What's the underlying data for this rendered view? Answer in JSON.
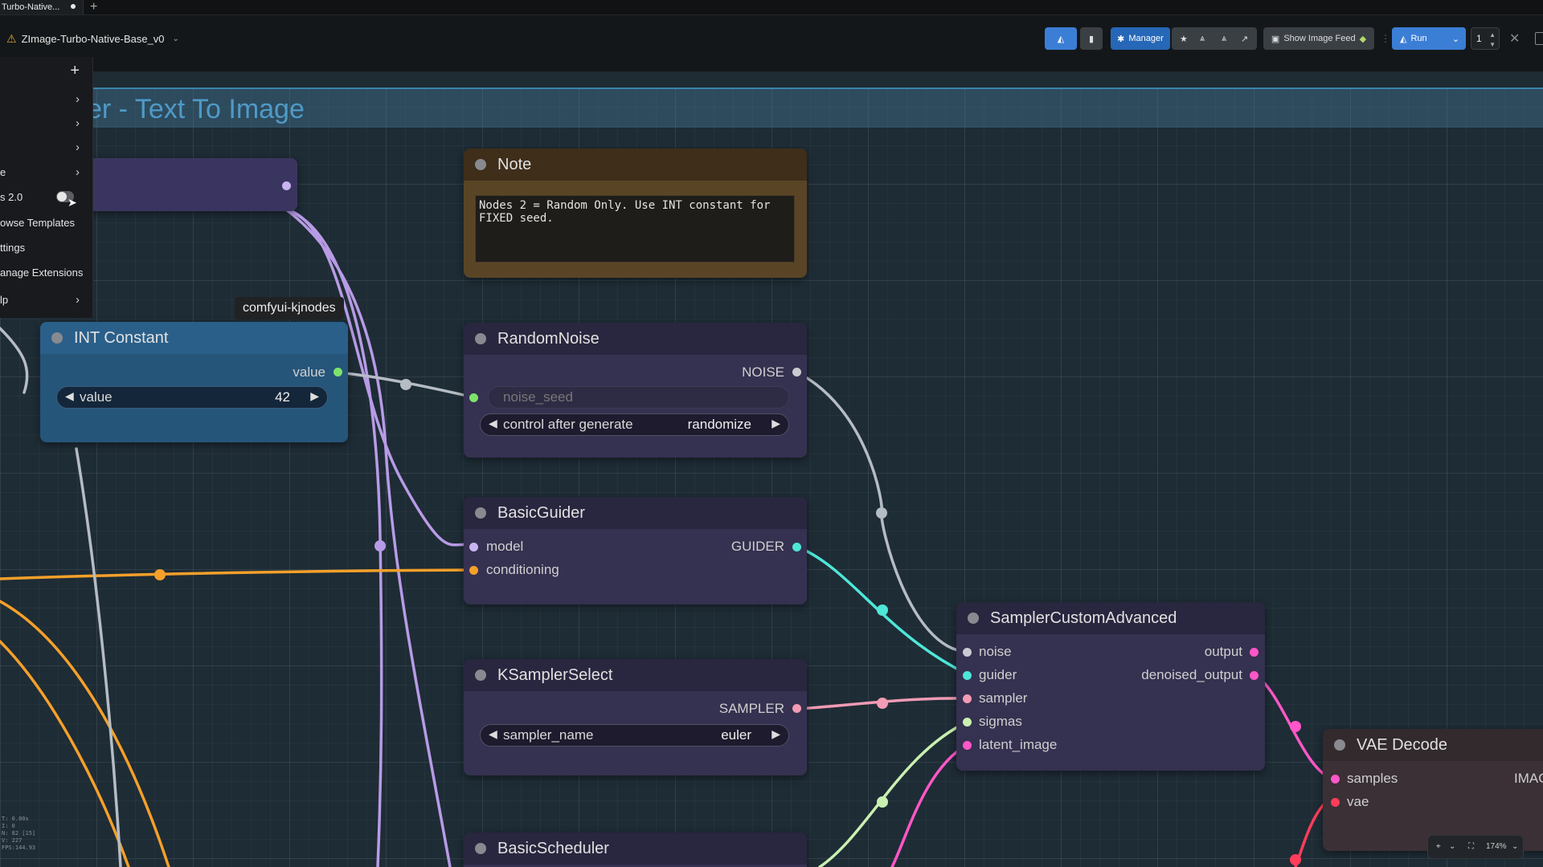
{
  "tabs": [
    {
      "label": "Turbo-Native..."
    }
  ],
  "workflow": {
    "name": "ZImage-Turbo-Native-Base_v0"
  },
  "toolbar": {
    "manager_label": "Manager",
    "image_feed_label": "Show Image Feed",
    "run_label": "Run",
    "queue_count": "1"
  },
  "menu": {
    "items": [
      "",
      "",
      "",
      "e",
      "s 2.0",
      "owse Templates",
      "ttings",
      "anage Extensions",
      "lp"
    ]
  },
  "group": {
    "title": "er - Text To Image"
  },
  "tooltip": "comfyui-kjnodes",
  "nodes": {
    "note": {
      "title": "Note",
      "text": "Nodes 2 = Random Only. Use INT constant for\nFIXED seed."
    },
    "int_constant": {
      "title": "INT Constant",
      "output": "value",
      "widget_label": "value",
      "widget_value": "42"
    },
    "random_noise": {
      "title": "RandomNoise",
      "output": "NOISE",
      "seed_label": "noise_seed",
      "control_label": "control after generate",
      "control_value": "randomize"
    },
    "basic_guider": {
      "title": "BasicGuider",
      "inputs": [
        "model",
        "conditioning"
      ],
      "output": "GUIDER"
    },
    "ksampler_select": {
      "title": "KSamplerSelect",
      "output": "SAMPLER",
      "widget_label": "sampler_name",
      "widget_value": "euler"
    },
    "sampler_custom_advanced": {
      "title": "SamplerCustomAdvanced",
      "inputs": [
        "noise",
        "guider",
        "sampler",
        "sigmas",
        "latent_image"
      ],
      "outputs": [
        "output",
        "denoised_output"
      ]
    },
    "vae_decode": {
      "title": "VAE Decode",
      "inputs": [
        "samples",
        "vae"
      ],
      "output": "IMAG"
    },
    "basic_scheduler": {
      "title": "BasicScheduler"
    }
  },
  "status": {
    "fps_lines": [
      "T: 0.00s",
      "I: 0",
      "N: 82 [15]",
      "V: 227",
      "FPS:144.93"
    ]
  },
  "zoom": {
    "level": "174%"
  },
  "colors": {
    "accent": "#2667b7",
    "wire_purple": "#b89be6",
    "wire_orange": "#f5a02a",
    "wire_teal": "#4ee6d8",
    "wire_pink": "#f29bb4",
    "wire_magenta": "#ff57c8",
    "wire_lightgreen": "#c9f0b0",
    "wire_gray": "#b5bcc4"
  }
}
